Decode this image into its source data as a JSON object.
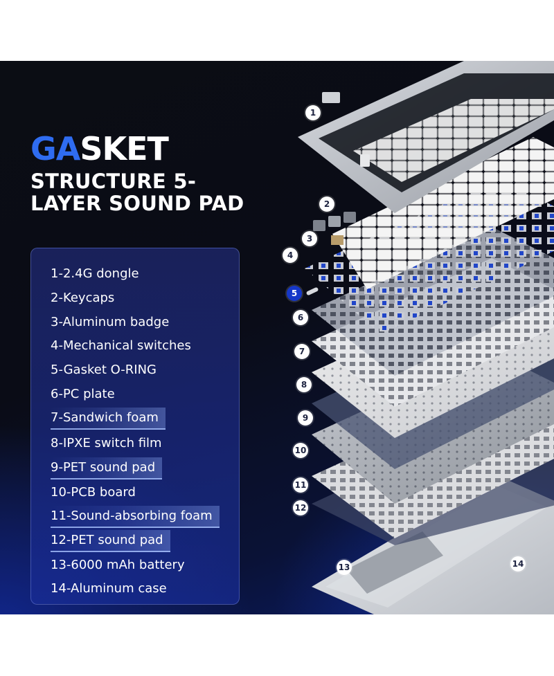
{
  "header": {
    "title_accent": "GA",
    "title_rest": "SKET",
    "subtitle": "STRUCTURE 5-LAYER SOUND PAD"
  },
  "components": [
    {
      "label": "1-2.4G dongle"
    },
    {
      "label": "2-Keycaps"
    },
    {
      "label": "3-Aluminum badge"
    },
    {
      "label": "4-Mechanical switches"
    },
    {
      "label": "5-Gasket O-RING"
    },
    {
      "label": "6-PC plate"
    },
    {
      "label": "7-Sandwich foam"
    },
    {
      "label": "8-IPXE switch film"
    },
    {
      "label": "9-PET sound pad"
    },
    {
      "label": "10-PCB board"
    },
    {
      "label": "11-Sound-absorbing foam"
    },
    {
      "label": "12-PET sound pad"
    },
    {
      "label": "13-6000 mAh battery"
    },
    {
      "label": "14-Aluminum case"
    }
  ],
  "callouts": [
    "1",
    "2",
    "3",
    "4",
    "5",
    "6",
    "7",
    "8",
    "9",
    "10",
    "11",
    "12",
    "13",
    "14"
  ],
  "colors": {
    "accent_blue": "#2f6cf0",
    "panel_blue": "#1a2c96",
    "background_dark": "#0b0d14",
    "callout_highlight": "#1537c8"
  },
  "icons": {
    "callout_shape": "numbered-circle-icon"
  }
}
